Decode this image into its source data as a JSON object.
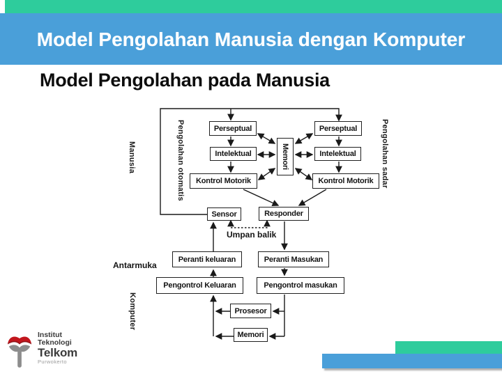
{
  "slide": {
    "title": "Model Pengolahan Manusia dengan Komputer",
    "subtitle": "Model Pengolahan pada Manusia"
  },
  "colors": {
    "top_bar_green": "#2ECC9C",
    "title_bar_blue": "#4A9FD9",
    "logo_red": "#C2161D",
    "logo_gray": "#8D8D8D"
  },
  "diagram": {
    "section_labels": {
      "human": "Manusia",
      "automatic": "Pengolahan otomatis",
      "conscious": "Pengolahan sadar",
      "interface": "Antarmuka",
      "computer": "Komputer",
      "feedback": "Umpan balik"
    },
    "boxes": {
      "left_perseptual": "Perseptual",
      "left_intelektual": "Intelektual",
      "left_kontrol_motorik": "Kontrol Motorik",
      "memori_center": "Memori",
      "right_perseptual": "Perseptual",
      "right_intelektual": "Intelektual",
      "right_kontrol_motorik": "Kontrol Motorik",
      "sensor": "Sensor",
      "responder": "Responder",
      "peranti_keluaran": "Peranti keluaran",
      "peranti_masukan": "Peranti Masukan",
      "pengontrol_keluaran": "Pengontrol Keluaran",
      "pengontrol_masukan": "Pengontrol masukan",
      "prosesor": "Prosesor",
      "memori_bottom": "Memori"
    }
  },
  "logo": {
    "line1": "Institut",
    "line2": "Teknologi",
    "line3": "Telkom",
    "line4": "Purwokerto"
  }
}
